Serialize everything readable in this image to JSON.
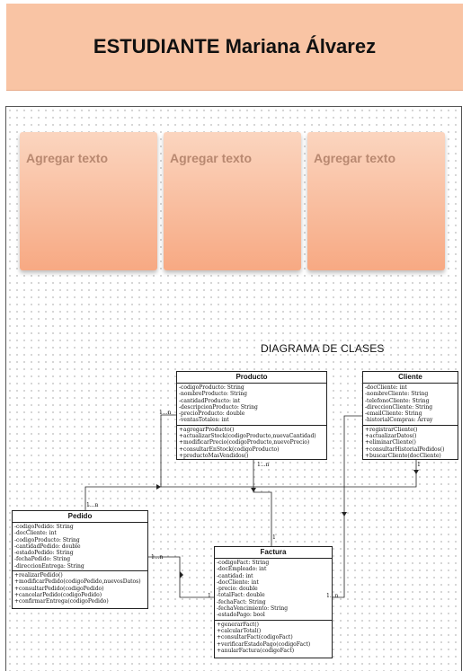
{
  "header": {
    "title": "ESTUDIANTE Mariana Álvarez"
  },
  "notes": [
    {
      "text": "Agregar texto"
    },
    {
      "text": "Agregar texto"
    },
    {
      "text": "Agregar texto"
    }
  ],
  "diagram": {
    "title": "DIAGRAMA DE CLASES",
    "classes": {
      "producto": {
        "name": "Producto",
        "attributes": [
          "-codigoProducto: String",
          "-nombreProducto: String",
          "-cantidadProducto: int",
          "-descripcionProducto: String",
          "-precioProducto: double",
          "-ventasTotales: int"
        ],
        "methods": [
          "+agregarProducto()",
          "+actualizarStock(codigoProducto,nuevaCantidad)",
          "+modificarPrecio(codigoProducto,nuevoPrecio)",
          "+consultarEnStock(codigoProducto)",
          "+productoMasVendidos()"
        ]
      },
      "cliente": {
        "name": "Cliente",
        "attributes": [
          "-docCliente: int",
          "-nombreCliente: String",
          "-telefonoCliente: String",
          "-direccionCliente: String",
          "-emailCliente: String",
          "-historialCompras: Array"
        ],
        "methods": [
          "+registrarCliente()",
          "+actualizarDatos()",
          "+eliminarCliente()",
          "+consultarHistorialPedidos()",
          "+buscarCliente(docCliente)"
        ]
      },
      "pedido": {
        "name": "Pedido",
        "attributes": [
          "-codigoPedido: String",
          "-docCliente: int",
          "-codigoProducto: String",
          "-cantidadPedido: double",
          "-estadoPedido: String",
          "-fechaPedido: String",
          "-direccionEntrega: String"
        ],
        "methods": [
          "+realizarPedido()",
          "+modificarPedido(codigoPedido,nuevosDatos)",
          "+consultarPedido(codigoPedido)",
          "+cancelarPedido(codigoPedido)",
          "+confirmarEntrega(codigoPedido)"
        ]
      },
      "factura": {
        "name": "Factura",
        "attributes": [
          "-codigoFact: String",
          "-docEmpleado: int",
          "-cantidad: int",
          "-docCliente: int",
          "-precio: double",
          "-totalFact: double",
          "-fechaFact: String",
          "-fechaVencimiento: String",
          "-estadoPago: bool"
        ],
        "methods": [
          "+generarFact()",
          "+calcularTotal()",
          "+consultarFact(codigoFact)",
          "+verificarEstadoPago(codigoFact)",
          "+anularFactura(codigoFact)"
        ]
      }
    },
    "multiplicities": {
      "producto_left": "1...n",
      "producto_bottom": "1...n",
      "factura_top": "1",
      "pedido_top": "1...n",
      "pedido_right": "1...n",
      "cliente_bottom": "1",
      "factura_left": "1",
      "factura_right": "1...n"
    }
  }
}
